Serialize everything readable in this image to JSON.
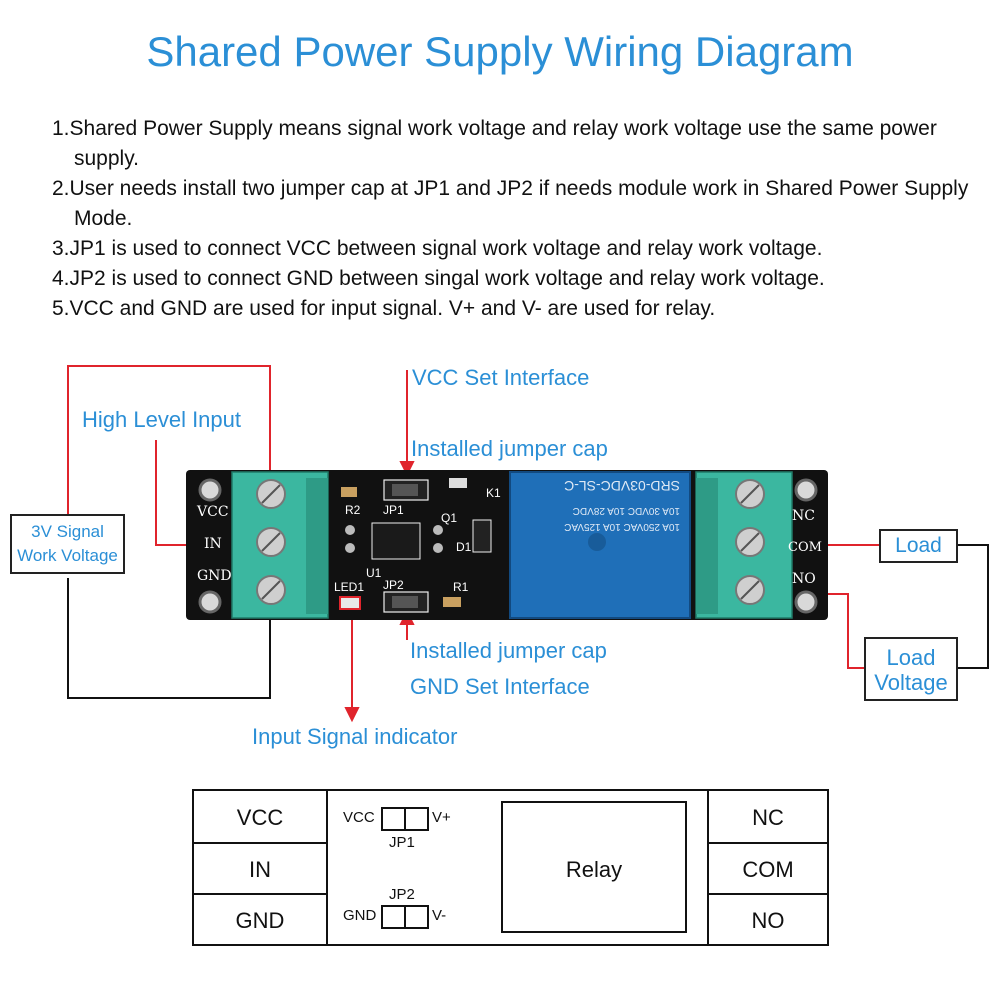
{
  "title": "Shared Power Supply Wiring Diagram",
  "notes": [
    "1.Shared Power Supply means signal work voltage and relay work voltage use the same power supply.",
    "2.User needs install two jumper cap at JP1 and JP2 if needs module work in Shared Power Supply Mode.",
    "3.JP1 is used to connect VCC between signal work voltage and relay work voltage.",
    "4.JP2 is used to connect GND between singal work voltage and relay work voltage.",
    "5.VCC and GND are used for input signal. V+ and V- are used for relay."
  ],
  "callouts": {
    "vcc_set": "VCC Set Interface",
    "jumper_top": "Installed jumper cap",
    "high_level": "High Level Input",
    "signal_v_1": "3V Signal",
    "signal_v_2": "Work Voltage",
    "load": "Load",
    "load_v_1": "Load",
    "load_v_2": "Voltage",
    "jumper_bottom": "Installed jumper cap",
    "gnd_set": "GND Set Interface",
    "input_indicator": "Input Signal indicator"
  },
  "board": {
    "left_pins": [
      "VCC",
      "IN",
      "GND"
    ],
    "right_pins": [
      "NC",
      "COM",
      "NO"
    ],
    "jp1": "JP1",
    "jp2": "JP2",
    "r1": "R1",
    "r2": "R2",
    "led1": "LED1",
    "u1": "U1",
    "q1": "Q1",
    "d1": "D1",
    "k1": "K1",
    "relay_model": "SRD-03VDC-SL-C",
    "relay_spec_1": "10A 250VAC  10A 125VAC",
    "relay_spec_2": "10A 30VDC  10A 28VDC"
  },
  "schematic": {
    "left": [
      "VCC",
      "IN",
      "GND"
    ],
    "right": [
      "NC",
      "COM",
      "NO"
    ],
    "vcc": "VCC",
    "vplus": "V+",
    "jp1": "JP1",
    "gnd": "GND",
    "vminus": "V-",
    "jp2": "JP2",
    "relay": "Relay"
  },
  "colors": {
    "accent": "#2b8fd6",
    "wire_red": "#e0242c",
    "pcb": "#111111",
    "terminal": "#3bb7a0",
    "relay_blue": "#1f6fb8"
  }
}
